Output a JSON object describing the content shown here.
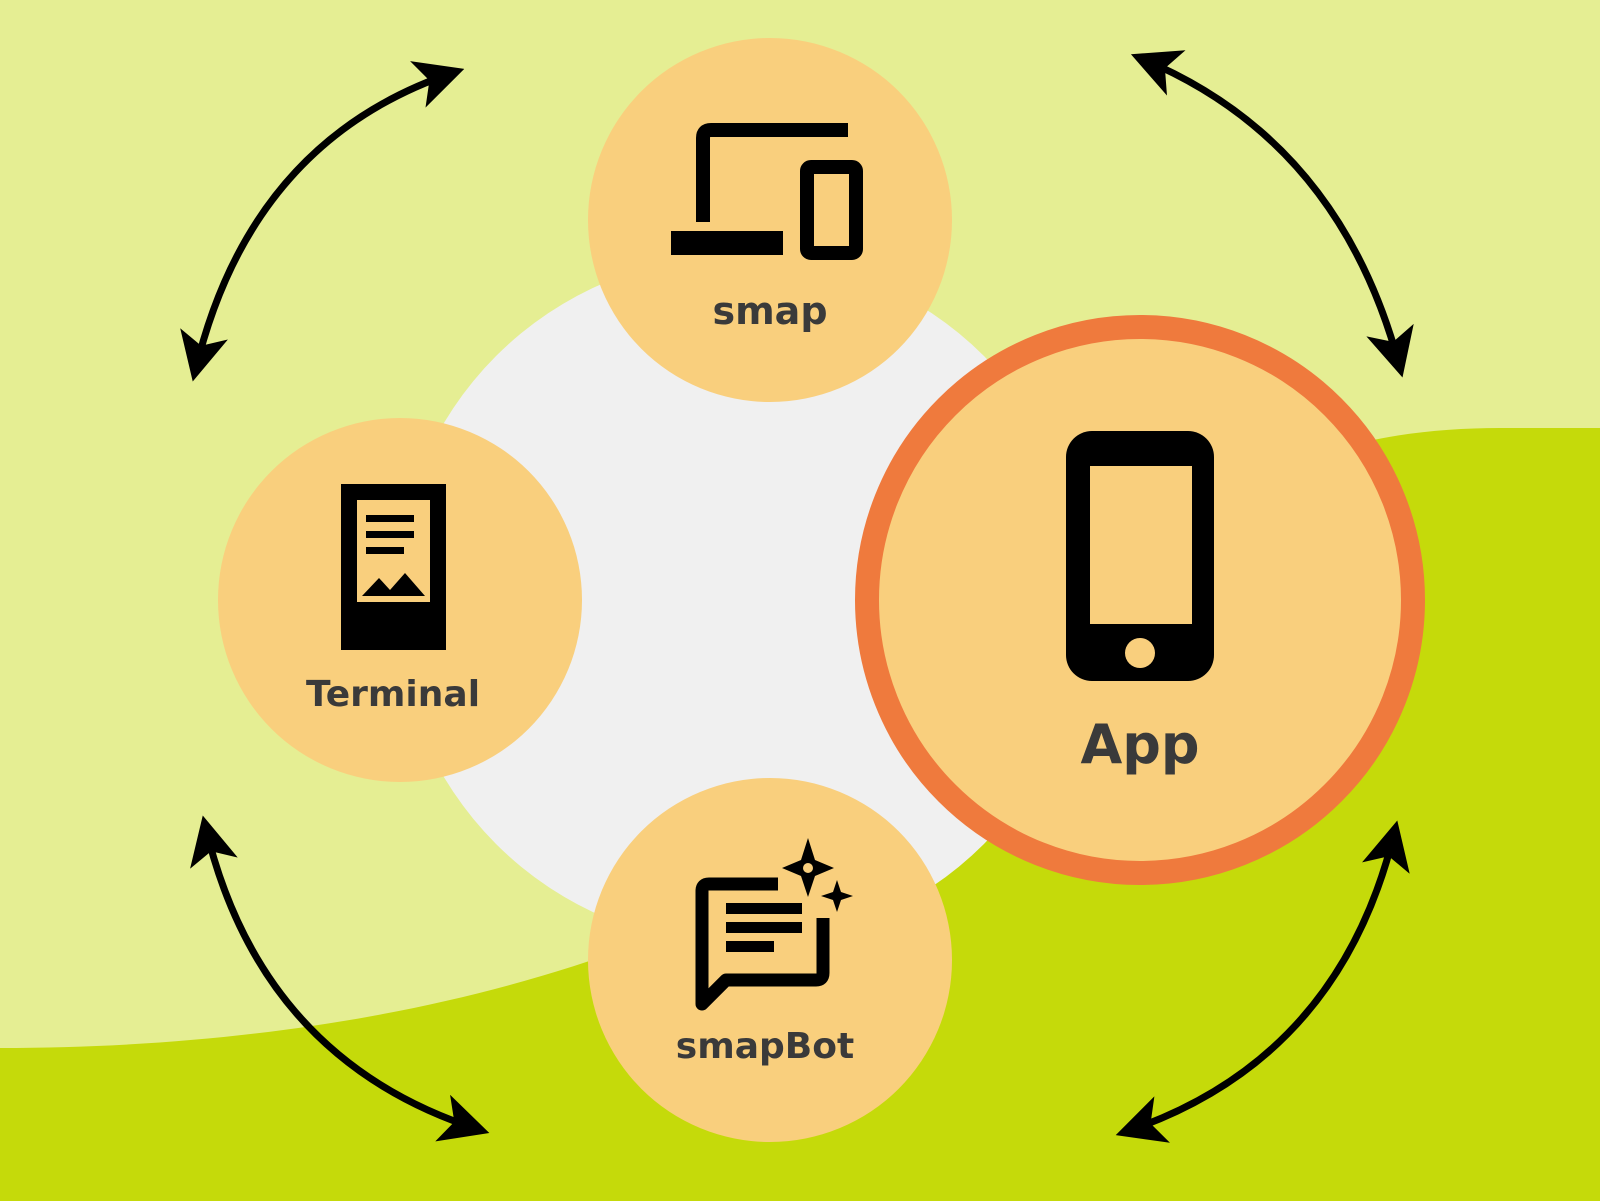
{
  "colors": {
    "bg_light": "#E5EE93",
    "bg_dark": "#C5DA0A",
    "center_disc": "#F0F0F0",
    "node_fill": "#F9CF7D",
    "highlight_ring": "#EF7A3D",
    "ink": "#000000",
    "label": "#3A3A3A"
  },
  "nodes": [
    {
      "id": "smap",
      "label": "smap",
      "icon": "laptop-phone-icon"
    },
    {
      "id": "terminal",
      "label": "Terminal",
      "icon": "kiosk-terminal-icon"
    },
    {
      "id": "app",
      "label": "App",
      "icon": "smartphone-icon",
      "highlighted": true
    },
    {
      "id": "smapbot",
      "label": "smapBot",
      "icon": "chat-sparkle-icon"
    }
  ],
  "connections": [
    {
      "from": "smap",
      "to": "terminal",
      "type": "bidirectional"
    },
    {
      "from": "smap",
      "to": "app",
      "type": "bidirectional"
    },
    {
      "from": "terminal",
      "to": "smapbot",
      "type": "bidirectional"
    },
    {
      "from": "smapbot",
      "to": "app",
      "type": "bidirectional"
    }
  ]
}
